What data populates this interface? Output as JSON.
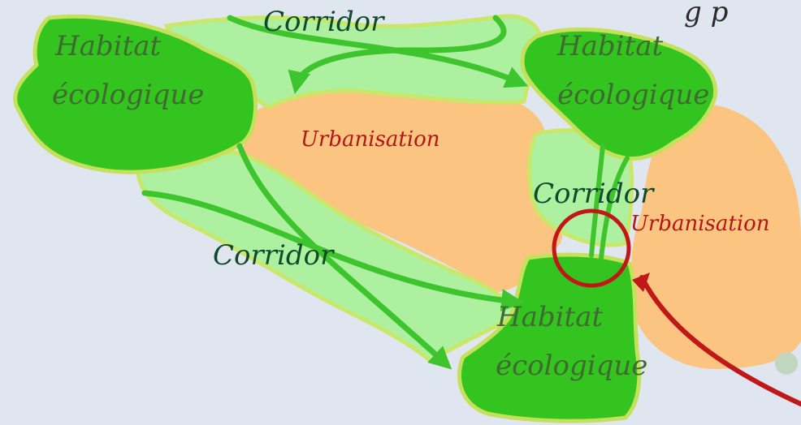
{
  "diagram": {
    "corner_text": "g p",
    "habitats": [
      {
        "line1": "Habitat",
        "line2": "écologique"
      },
      {
        "line1": "Habitat",
        "line2": "écologique"
      },
      {
        "line1": "Habitat",
        "line2": "écologique"
      }
    ],
    "corridors": [
      "Corridor",
      "Corridor",
      "Corridor"
    ],
    "urbanisation": [
      "Urbanisation",
      "Urbanisation"
    ],
    "colors": {
      "background": "#dfe6f0",
      "habitat_fill": "#33c41f",
      "habitat_stroke": "#c5e05a",
      "corridor_fill": "#adf0a0",
      "corridor_stroke": "#c9e86a",
      "corridor_arrow": "#3ec42d",
      "urban_fill": "#fbc480",
      "habitat_text": "#3f6b30",
      "corridor_text": "#0f4a2a",
      "urban_text": "#b01818",
      "highlight": "#c01818"
    }
  }
}
